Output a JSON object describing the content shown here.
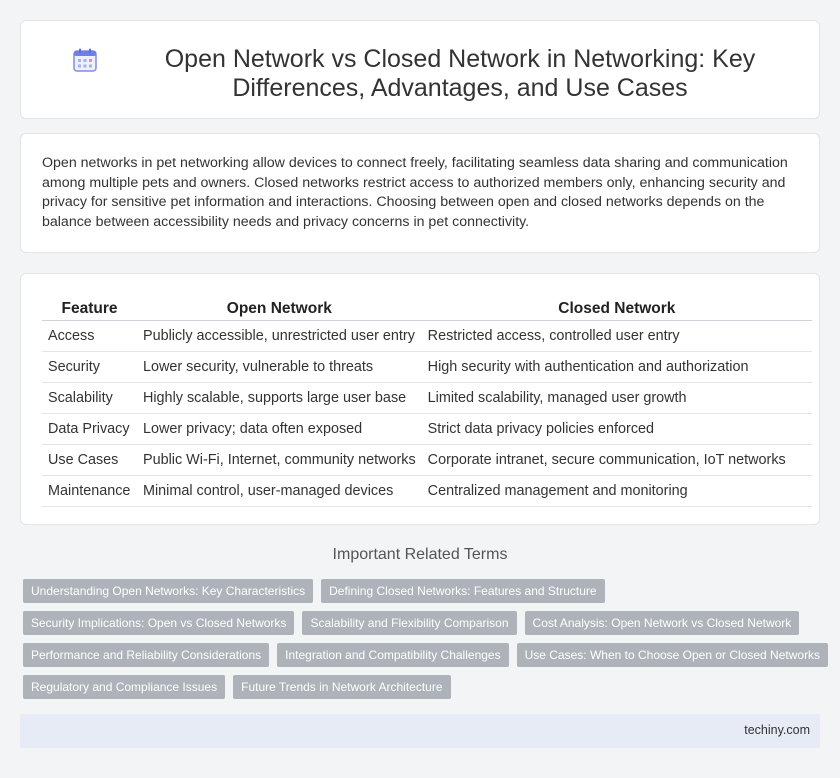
{
  "title": "Open Network vs Closed Network in Networking: Key Differences, Advantages, and Use Cases",
  "intro": "Open networks in pet networking allow devices to connect freely, facilitating seamless data sharing and communication among multiple pets and owners. Closed networks restrict access to authorized members only, enhancing security and privacy for sensitive pet information and interactions. Choosing between open and closed networks depends on the balance between accessibility needs and privacy concerns in pet connectivity.",
  "table": {
    "headers": [
      "Feature",
      "Open Network",
      "Closed Network"
    ],
    "rows": [
      [
        "Access",
        "Publicly accessible, unrestricted user entry",
        "Restricted access, controlled user entry"
      ],
      [
        "Security",
        "Lower security, vulnerable to threats",
        "High security with authentication and authorization"
      ],
      [
        "Scalability",
        "Highly scalable, supports large user base",
        "Limited scalability, managed user growth"
      ],
      [
        "Data Privacy",
        "Lower privacy; data often exposed",
        "Strict data privacy policies enforced"
      ],
      [
        "Use Cases",
        "Public Wi-Fi, Internet, community networks",
        "Corporate intranet, secure communication, IoT networks"
      ],
      [
        "Maintenance",
        "Minimal control, user-managed devices",
        "Centralized management and monitoring"
      ]
    ]
  },
  "related": {
    "heading": "Important Related Terms",
    "tags": [
      [
        "Understanding Open Networks: Key Characteristics",
        "Defining Closed Networks: Features and Structure"
      ],
      [
        "Security Implications: Open vs Closed Networks",
        "Scalability and Flexibility Comparison",
        "Cost Analysis: Open Network vs Closed Network"
      ],
      [
        "Performance and Reliability Considerations",
        "Integration and Compatibility Challenges",
        "Use Cases: When to Choose Open or Closed Networks"
      ],
      [
        "Regulatory and Compliance Issues",
        "Future Trends in Network Architecture"
      ]
    ]
  },
  "footer": "techiny.com",
  "colors": {
    "tag_bg": "#aeb3b9",
    "footer_bg": "#e6ebf5",
    "icon": "#5b6ee1"
  },
  "icons": {
    "title": "calendar-icon"
  }
}
